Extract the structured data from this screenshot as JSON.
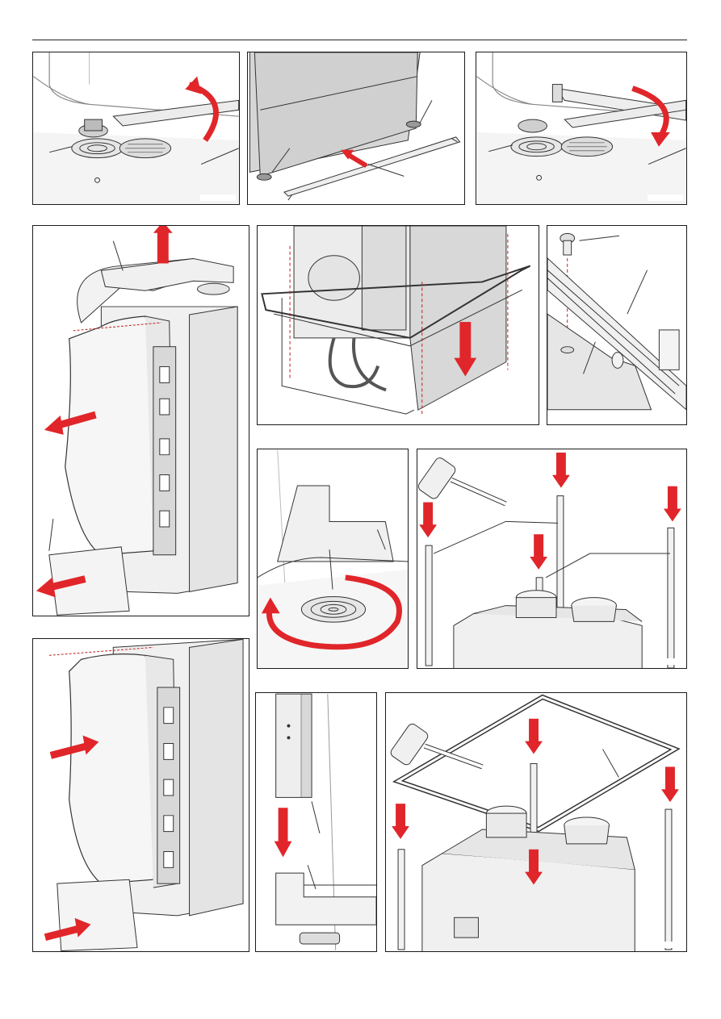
{
  "page": {
    "header_rule": true
  },
  "panels": [
    {
      "id": "p1",
      "name": "figure-unscrew-foot-anticlockwise"
    },
    {
      "id": "p2",
      "name": "figure-slide-bracket-under-unit"
    },
    {
      "id": "p3",
      "name": "figure-screw-foot-clockwise"
    },
    {
      "id": "p4",
      "name": "figure-remove-top-and-front-covers"
    },
    {
      "id": "p5",
      "name": "figure-lower-frame-onto-unit"
    },
    {
      "id": "p6",
      "name": "figure-frame-corner-screw-detail"
    },
    {
      "id": "p7",
      "name": "figure-rotate-foot-detail"
    },
    {
      "id": "p8",
      "name": "figure-insert-corner-posts"
    },
    {
      "id": "p9",
      "name": "figure-refit-front-covers"
    },
    {
      "id": "p10",
      "name": "figure-post-into-corner-detail"
    },
    {
      "id": "p11",
      "name": "figure-fit-top-frame-onto-posts"
    }
  ],
  "colors": {
    "arrow": "#e0262a",
    "line": "#1a1a1a",
    "fill": "#f2f2f2",
    "shade": "#dcdcdc"
  },
  "icons": [
    "arrow-icon",
    "rotate-arrow-icon",
    "mallet-icon",
    "screw-icon"
  ]
}
